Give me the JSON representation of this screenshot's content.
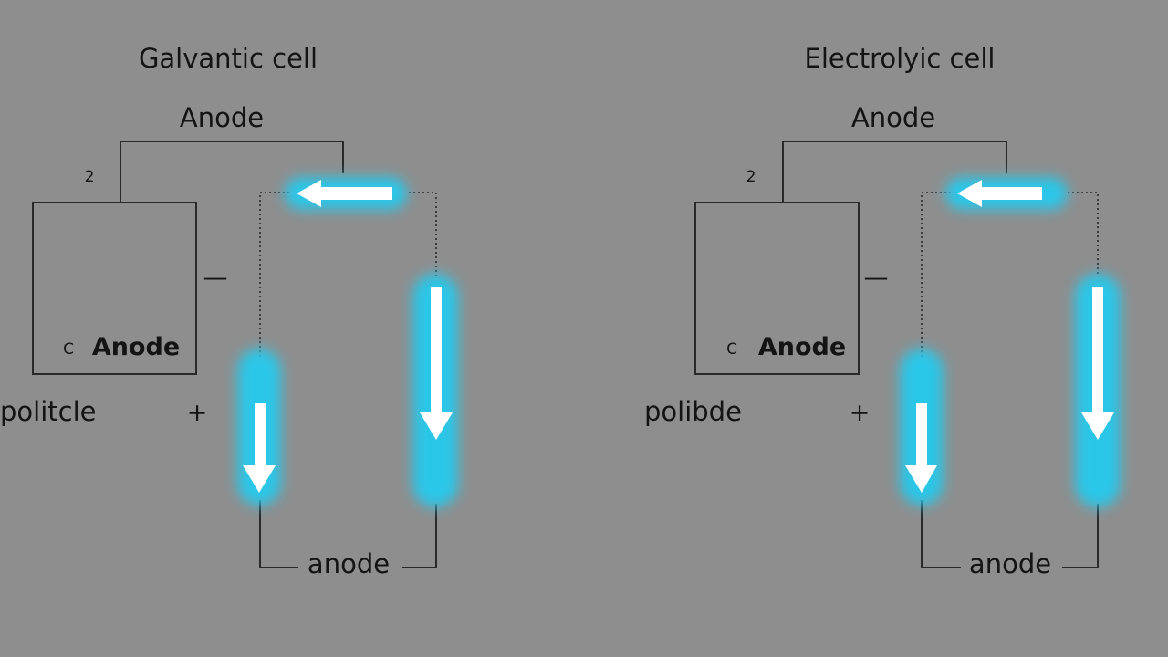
{
  "colors": {
    "background": "#8e8e8e",
    "glow": "#2cc6e8",
    "arrow": "#ffffff",
    "line": "#2a2a2a"
  },
  "cells": [
    {
      "title": "Galvantic cell",
      "top_label": "Anode",
      "number": "2",
      "box_letter": "C",
      "box_label": "Anode",
      "minus": "—",
      "plus": "+",
      "side_label": "politcle",
      "bottom_label": "anode",
      "arrows": [
        "arrow-left-icon",
        "arrow-down-icon",
        "arrow-down-icon"
      ]
    },
    {
      "title": "Electrolyic cell",
      "top_label": "Anode",
      "number": "2",
      "box_letter": "C",
      "box_label": "Anode",
      "minus": "—",
      "plus": "+",
      "side_label": "polibde",
      "bottom_label": "anode",
      "arrows": [
        "arrow-left-icon",
        "arrow-down-icon",
        "arrow-down-icon"
      ]
    }
  ]
}
